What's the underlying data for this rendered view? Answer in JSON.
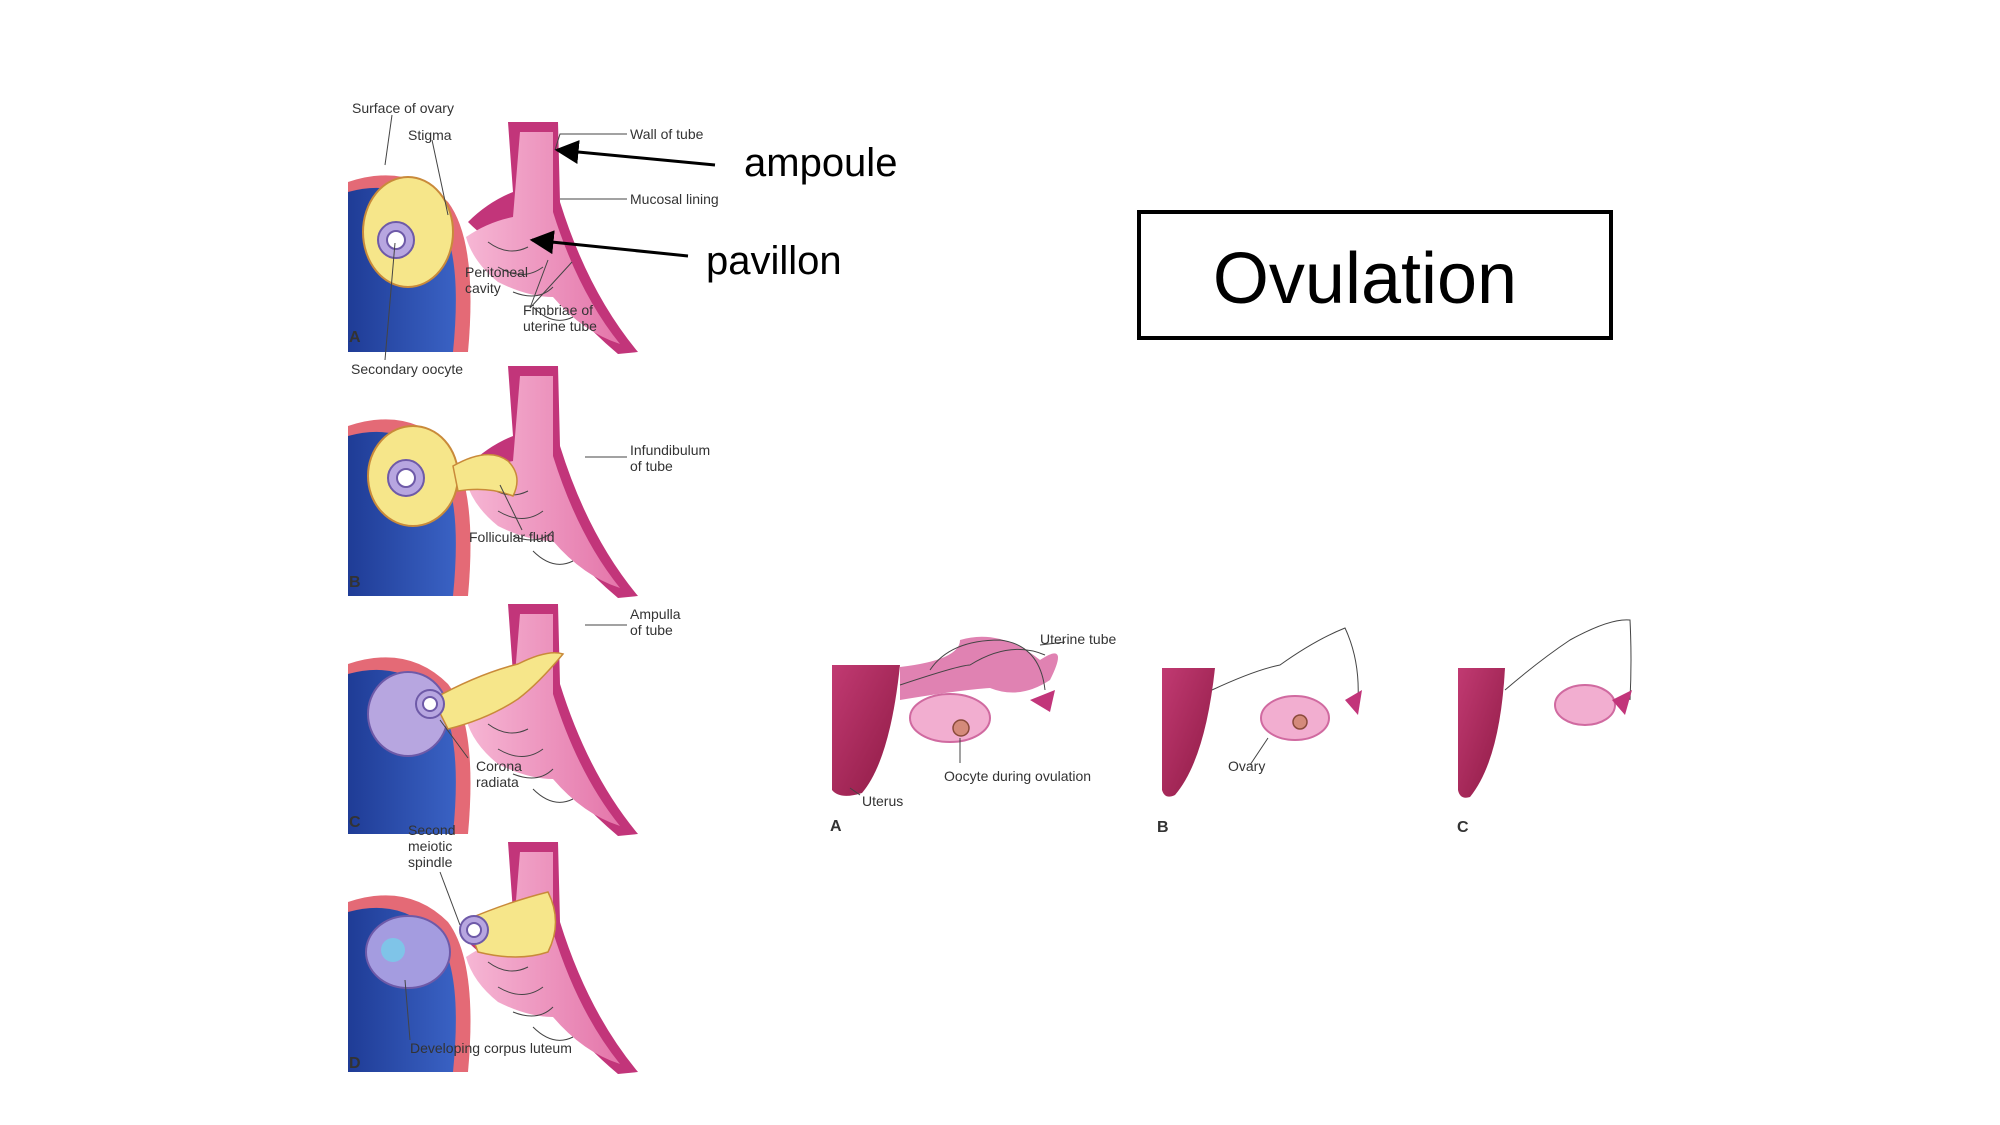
{
  "title": "Ovulation",
  "annotations": {
    "ampoule": "ampoule",
    "pavillon": "pavillon"
  },
  "diagram_left": {
    "panels": [
      "A",
      "B",
      "C",
      "D"
    ],
    "labels": {
      "surface_of_ovary": "Surface of ovary",
      "stigma": "Stigma",
      "wall_of_tube": "Wall of tube",
      "mucosal_lining": "Mucosal lining",
      "peritoneal_1": "Peritoneal",
      "peritoneal_2": "cavity",
      "fimbriae_1": "Fimbriae of",
      "fimbriae_2": "uterine tube",
      "secondary_oocyte": "Secondary oocyte",
      "infundibulum_1": "Infundibulum",
      "infundibulum_2": "of tube",
      "follicular_fluid": "Follicular fluid",
      "ampulla_1": "Ampulla",
      "ampulla_2": "of tube",
      "corona_1": "Corona",
      "corona_2": "radiata",
      "second_1": "Second",
      "second_2": "meiotic",
      "second_3": "spindle",
      "corpus_luteum": "Developing corpus luteum"
    }
  },
  "diagram_right": {
    "panels": [
      "A",
      "B",
      "C"
    ],
    "labels": {
      "uterine_tube": "Uterine tube",
      "oocyte_during_ovulation": "Oocyte during ovulation",
      "uterus": "Uterus",
      "ovary": "Ovary"
    }
  },
  "colors": {
    "ovary_blue": "#2a4aa8",
    "ovary_surface": "#e46a76",
    "tube_magenta": "#c2357a",
    "tube_pink": "#f0a0c8",
    "follicle_yellow": "#f6e68a",
    "oocyte_lilac": "#b7a6e0",
    "uterus_maroon": "#a42050"
  }
}
